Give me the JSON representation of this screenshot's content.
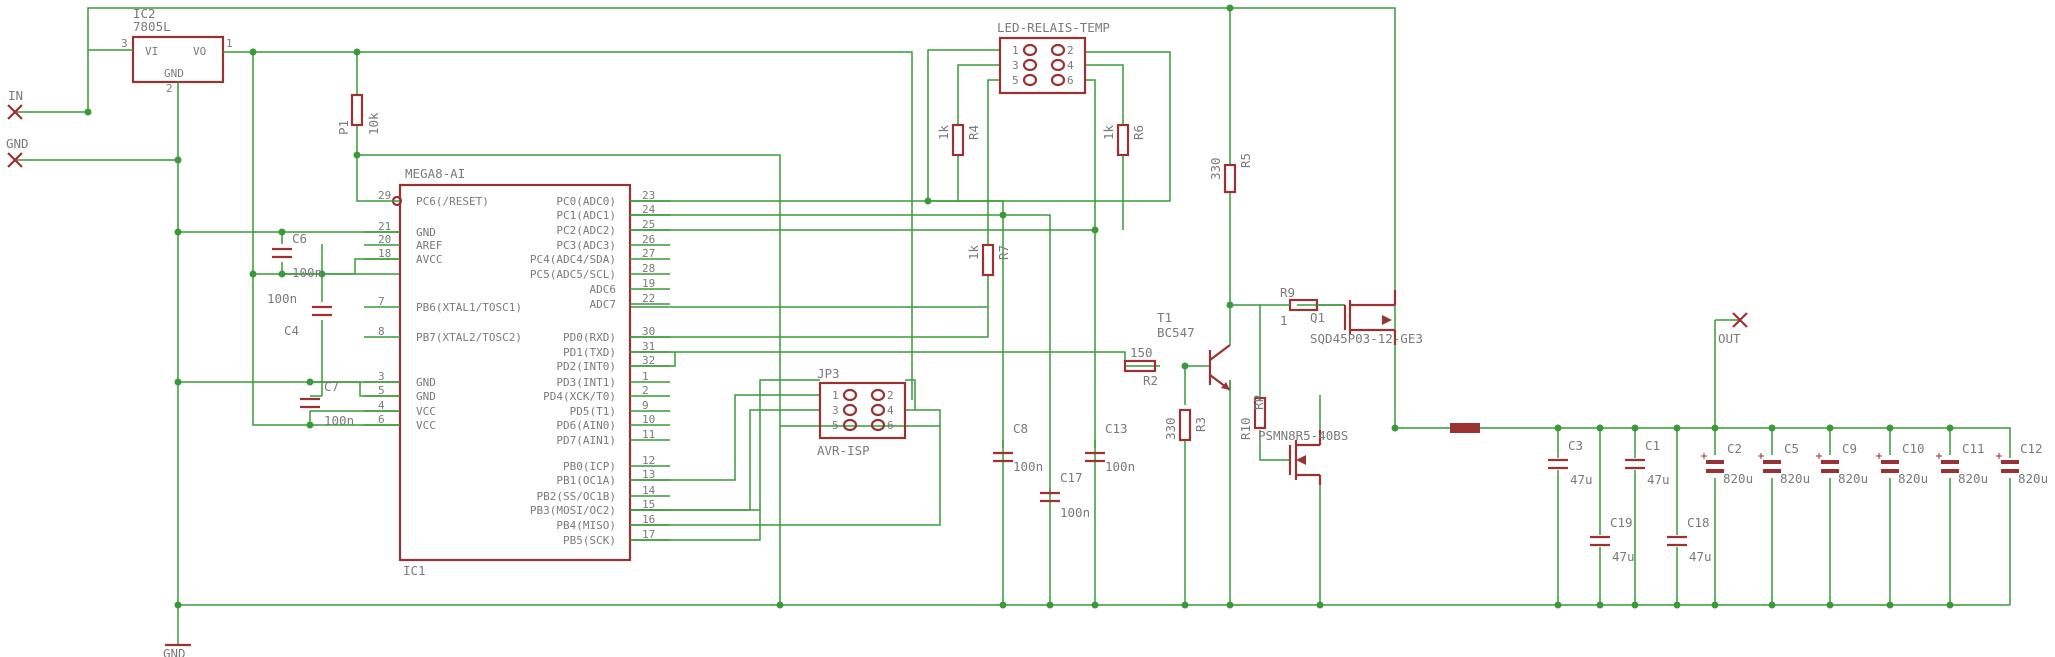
{
  "ports": {
    "in": "IN",
    "gnd_left": "GND",
    "gnd_bottom": "GND",
    "out": "OUT"
  },
  "regulator": {
    "name": "IC2",
    "value": "7805L",
    "vi": "VI",
    "vo": "VO",
    "gnd": "GND",
    "pin1": "1",
    "pin2": "2",
    "pin3": "3"
  },
  "mcu": {
    "name": "IC1",
    "value": "MEGA8-AI",
    "left_pins": [
      {
        "num": "29",
        "label": "PC6(/RESET)"
      },
      {
        "num": "21",
        "label": "GND"
      },
      {
        "num": "20",
        "label": "AREF"
      },
      {
        "num": "18",
        "label": "AVCC"
      },
      {
        "num": "7",
        "label": "PB6(XTAL1/TOSC1)"
      },
      {
        "num": "8",
        "label": "PB7(XTAL2/TOSC2)"
      },
      {
        "num": "3",
        "label": "GND"
      },
      {
        "num": "5",
        "label": "GND"
      },
      {
        "num": "4",
        "label": "VCC"
      },
      {
        "num": "6",
        "label": "VCC"
      }
    ],
    "right_pins": [
      {
        "num": "23",
        "label": "PC0(ADC0)"
      },
      {
        "num": "24",
        "label": "PC1(ADC1)"
      },
      {
        "num": "25",
        "label": "PC2(ADC2)"
      },
      {
        "num": "26",
        "label": "PC3(ADC3)"
      },
      {
        "num": "27",
        "label": "PC4(ADC4/SDA)"
      },
      {
        "num": "28",
        "label": "PC5(ADC5/SCL)"
      },
      {
        "num": "19",
        "label": "ADC6"
      },
      {
        "num": "22",
        "label": "ADC7"
      },
      {
        "num": "30",
        "label": "PD0(RXD)"
      },
      {
        "num": "31",
        "label": "PD1(TXD)"
      },
      {
        "num": "32",
        "label": "PD2(INT0)"
      },
      {
        "num": "1",
        "label": "PD3(INT1)"
      },
      {
        "num": "2",
        "label": "PD4(XCK/T0)"
      },
      {
        "num": "9",
        "label": "PD5(T1)"
      },
      {
        "num": "10",
        "label": "PD6(AIN0)"
      },
      {
        "num": "11",
        "label": "PD7(AIN1)"
      },
      {
        "num": "12",
        "label": "PB0(ICP)"
      },
      {
        "num": "13",
        "label": "PB1(OC1A)"
      },
      {
        "num": "14",
        "label": "PB2(SS/OC1B)"
      },
      {
        "num": "15",
        "label": "PB3(MOSI/OC2)"
      },
      {
        "num": "16",
        "label": "PB4(MISO)"
      },
      {
        "num": "17",
        "label": "PB5(SCK)"
      }
    ]
  },
  "headers": {
    "led": {
      "name": "LED-RELAIS-TEMP",
      "pins": [
        "1",
        "2",
        "3",
        "4",
        "5",
        "6"
      ]
    },
    "isp": {
      "name": "JP3",
      "value": "AVR-ISP",
      "pins": [
        "1",
        "2",
        "3",
        "4",
        "5",
        "6"
      ]
    }
  },
  "resistors": {
    "p1": {
      "name": "P1",
      "value": "10k"
    },
    "r4": {
      "name": "R4",
      "value": "1k"
    },
    "r6": {
      "name": "R6",
      "value": "1k"
    },
    "r7": {
      "name": "R7",
      "value": "1k"
    },
    "r5": {
      "name": "R5",
      "value": "330"
    },
    "r9": {
      "name": "R9",
      "value": "1"
    },
    "r2": {
      "name": "R2",
      "value": "150"
    },
    "r3": {
      "name": "R3",
      "value": "330"
    },
    "r10": {
      "name": "R10",
      "value": "RP"
    }
  },
  "transistors": {
    "t1": {
      "name": "T1",
      "value": "BC547"
    },
    "q1": {
      "name": "Q1",
      "value": "SQD45P03-12-GE3"
    },
    "q2": {
      "value": "PSMN8R5-40BS"
    }
  },
  "capacitors": {
    "c6": {
      "name": "C6",
      "value": "100n"
    },
    "c4": {
      "name": "C4",
      "value": "100n"
    },
    "c7": {
      "name": "C7",
      "value": "100n"
    },
    "c8": {
      "name": "C8",
      "value": "100n"
    },
    "c17": {
      "name": "C17",
      "value": "100n"
    },
    "c13": {
      "name": "C13",
      "value": "100n"
    },
    "c3": {
      "name": "C3",
      "value": "47u"
    },
    "c1": {
      "name": "C1",
      "value": "47u"
    },
    "c19": {
      "name": "C19",
      "value": "47u"
    },
    "c18": {
      "name": "C18",
      "value": "47u"
    },
    "c2": {
      "name": "C2",
      "value": "820u"
    },
    "c5": {
      "name": "C5",
      "value": "820u"
    },
    "c9": {
      "name": "C9",
      "value": "820u"
    },
    "c10": {
      "name": "C10",
      "value": "820u"
    },
    "c11": {
      "name": "C11",
      "value": "820u"
    },
    "c12": {
      "name": "C12",
      "value": "820u"
    }
  },
  "colors": {
    "wire": "#3a9a3a",
    "part": "#993333",
    "text": "#7a7a7a",
    "background": "#ffffff"
  }
}
